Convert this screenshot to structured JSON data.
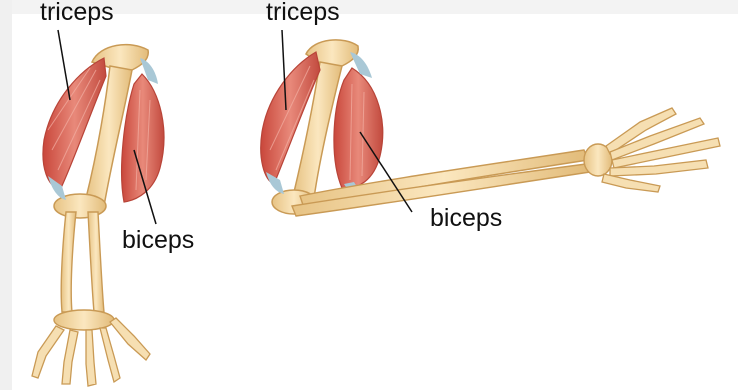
{
  "labels": {
    "relaxed_arm_triceps": "triceps",
    "bent_arm_triceps": "triceps",
    "relaxed_arm_biceps": "biceps",
    "bent_arm_biceps": "biceps"
  },
  "colors": {
    "bone": "#f1d6a0",
    "bone_outline": "#c99a55",
    "muscle": "#d9685a",
    "muscle_dark": "#b84438",
    "tendon": "#a9c8d6",
    "pointer_line": "#111111"
  }
}
